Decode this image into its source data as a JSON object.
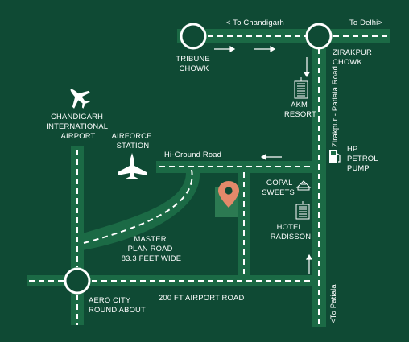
{
  "colors": {
    "background": "#0f4a34",
    "road": "#1b6a45",
    "road_dash": "#ffffff",
    "marker": "#e4896a",
    "marker_block": "#2c7a52",
    "text": "#ffffff"
  },
  "labels": {
    "to_chandigarh": "< To Chandigarh",
    "to_delhi": "To Delhi>",
    "tribune_line1": "TRIBUNE",
    "tribune_line2": "CHOWK",
    "zirakpur_line1": "ZIRAKPUR",
    "zirakpur_line2": "CHOWK",
    "akm_line1": "AKM",
    "akm_line2": "RESORT",
    "zirakpur_patiala_road": "Zirakpur - Patiala Road",
    "hp_line1": "HP",
    "hp_line2": "PETROL",
    "hp_line3": "PUMP",
    "airport_line1": "CHANDIGARH",
    "airport_line2": "INTERNATIONAL",
    "airport_line3": "AIRPORT",
    "airforce_line1": "AIRFORCE",
    "airforce_line2": "STATION",
    "hi_ground_road": "Hi-Ground Road",
    "gopal_line1": "GOPAL",
    "gopal_line2": "SWEETS",
    "radisson_line1": "HOTEL",
    "radisson_line2": "RADISSON",
    "master_line1": "MASTER",
    "master_line2": "PLAN ROAD",
    "master_line3": "83.3 FEET WIDE",
    "aero_line1": "AERO CITY",
    "aero_line2": "ROUND ABOUT",
    "airport_road": "200 FT AIRPORT ROAD",
    "to_patiala": "<To Patiala"
  },
  "icons": [
    "airplane-icon",
    "fighter-jet-icon",
    "building-icon",
    "fuel-pump-icon",
    "temple-icon",
    "hotel-icon",
    "location-pin-icon",
    "direction-arrow-icon"
  ]
}
